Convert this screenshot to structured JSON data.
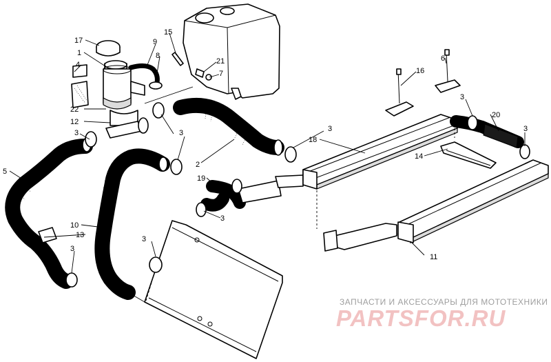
{
  "callouts": {
    "c17": "17",
    "c1": "1",
    "c4": "4",
    "c22": "22",
    "c12": "12",
    "c9": "9",
    "c8": "8",
    "c15": "15",
    "c21": "21",
    "c7": "7",
    "c6": "6",
    "c16": "16",
    "c3a": "3",
    "c3b": "3",
    "c3c": "3",
    "c3d": "3",
    "c3e": "3",
    "c3f": "3",
    "c3g": "3",
    "c3h": "3",
    "c20": "20",
    "c18": "18",
    "c14": "14",
    "c2": "2",
    "c19": "19",
    "c5": "5",
    "c10": "10",
    "c13": "13",
    "c11": "11"
  },
  "watermark": {
    "caption": "ЗАПЧАСТИ И АКСЕССУАРЫ ДЛЯ МОТОТЕХНИКИ",
    "brand": "PARTSFOR.RU"
  },
  "colors": {
    "line": "#000000",
    "watermark_text": "#9e9e9e",
    "watermark_logo": "#f2c2c2"
  }
}
